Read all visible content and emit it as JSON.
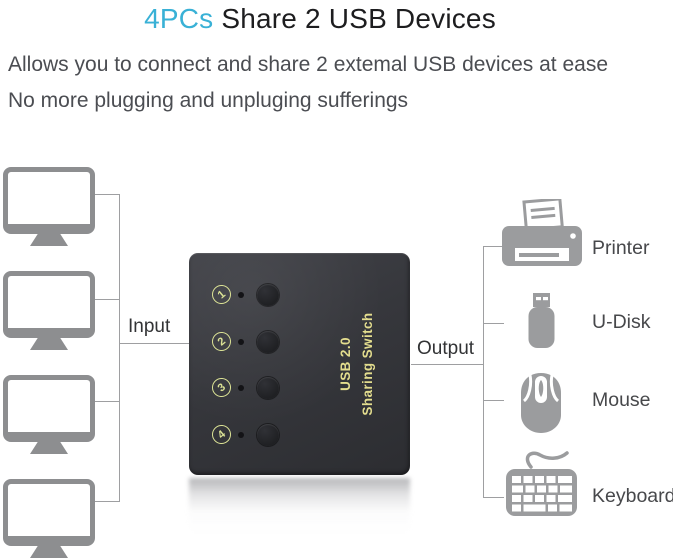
{
  "header": {
    "title_highlight": "4PCs",
    "title_rest": " Share 2 USB Devices",
    "subtitle_line1": "Allows you to connect and share 2 extemal USB devices at ease",
    "subtitle_line2": "No more plugging and unpluging sufferings",
    "highlight_color": "#39b1d6"
  },
  "diagram": {
    "input_label": "Input",
    "output_label": "Output",
    "computer_count": 4,
    "device": {
      "line1": "USB 2.0",
      "line2": "Sharing Switch",
      "ports": [
        "1",
        "2",
        "3",
        "4"
      ],
      "body_color": "#36373c",
      "label_color": "#e3dd8e",
      "badge_color": "#dbe295"
    },
    "outputs": [
      {
        "label": "Printer",
        "icon": "printer-icon"
      },
      {
        "label": "U-Disk",
        "icon": "usb-drive-icon"
      },
      {
        "label": "Mouse",
        "icon": "mouse-icon"
      },
      {
        "label": "Keyboard",
        "icon": "keyboard-icon"
      }
    ],
    "icon_color": "#9b9c9e",
    "line_color": "#9e9fa1"
  }
}
